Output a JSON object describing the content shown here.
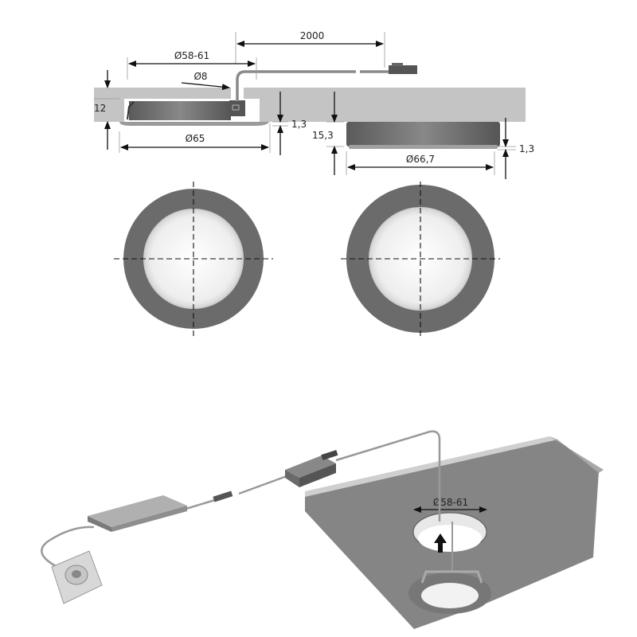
{
  "dimensions": {
    "cable_length": "2000",
    "cutout_diameter": "Ø58-61",
    "cable_hole_diameter": "Ø8",
    "recess_depth": "12",
    "flange_left": "1,3",
    "surface_height": "15,3",
    "flange_right": "1,3",
    "recessed_diameter": "Ø65",
    "surface_diameter": "Ø66,7"
  },
  "installation": {
    "cutout_label": "Ø58-61"
  },
  "colors": {
    "board": "#c4c4c4",
    "fixture": "#6e6e6e",
    "ring": "#6b6b6b",
    "lens": "#f4f4f4"
  }
}
